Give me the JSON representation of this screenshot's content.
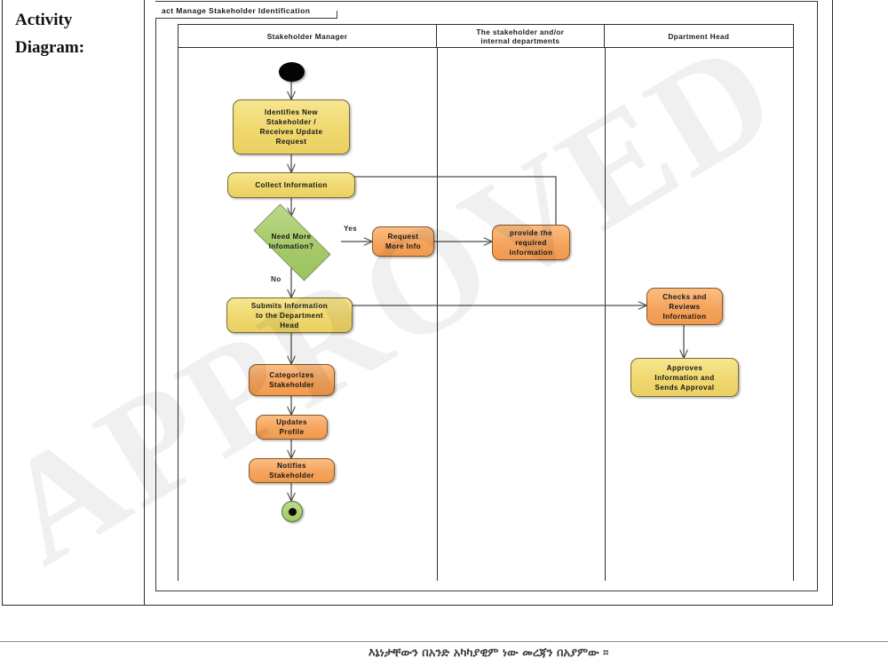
{
  "document": {
    "row_label_line1": "Activity",
    "row_label_line2": "Diagram:",
    "watermark": "APPROVED",
    "footer_text": "እኔነታቸውን በአንድ አካካያዊም ነው መረጃን በአያምው ።"
  },
  "frame": {
    "title": "act Manage  Stakeholder Identification"
  },
  "lanes": [
    {
      "id": "lane-stakeholder-manager",
      "label": "Stakeholder Manager"
    },
    {
      "id": "lane-stakeholder-departments",
      "label": "The stakeholder and/or\ninternal departments"
    },
    {
      "id": "lane-department-head",
      "label": "Dpartment Head"
    }
  ],
  "nodes": {
    "start": {
      "name": "initial-node"
    },
    "identifies": {
      "label": "Identifies New\nStakeholder /\nReceives Update\nRequest",
      "color": "yellow"
    },
    "collect": {
      "label": "Collect Information",
      "color": "yellow"
    },
    "decision": {
      "label": "Need More\nInfomation?",
      "color": "green"
    },
    "request_more": {
      "label": "Request\nMore Info",
      "color": "orange"
    },
    "provide_required": {
      "label": "provide the\nrequired\ninformation",
      "color": "orange"
    },
    "submits": {
      "label": "Submits Information\nto the Department\nHead",
      "color": "yellow"
    },
    "checks": {
      "label": "Checks and\nReviews\nInformation",
      "color": "orange"
    },
    "approves": {
      "label": "Approves\nInformation and\nSends Approval",
      "color": "yellow"
    },
    "categorizes": {
      "label": "Categorizes\nStakeholder",
      "color": "orange"
    },
    "updates": {
      "label": "Updates\nProfile",
      "color": "orange"
    },
    "notifies": {
      "label": "Notifies\nStakeholder",
      "color": "orange"
    },
    "end": {
      "name": "final-node"
    }
  },
  "edge_labels": {
    "yes": "Yes",
    "no": "No"
  },
  "colors": {
    "yellow_fill": "#f0d86e",
    "orange_fill": "#f5a45d",
    "green_fill": "#a6c96a",
    "line": "#4a4a4a",
    "frame_border": "#3a3a3a"
  }
}
